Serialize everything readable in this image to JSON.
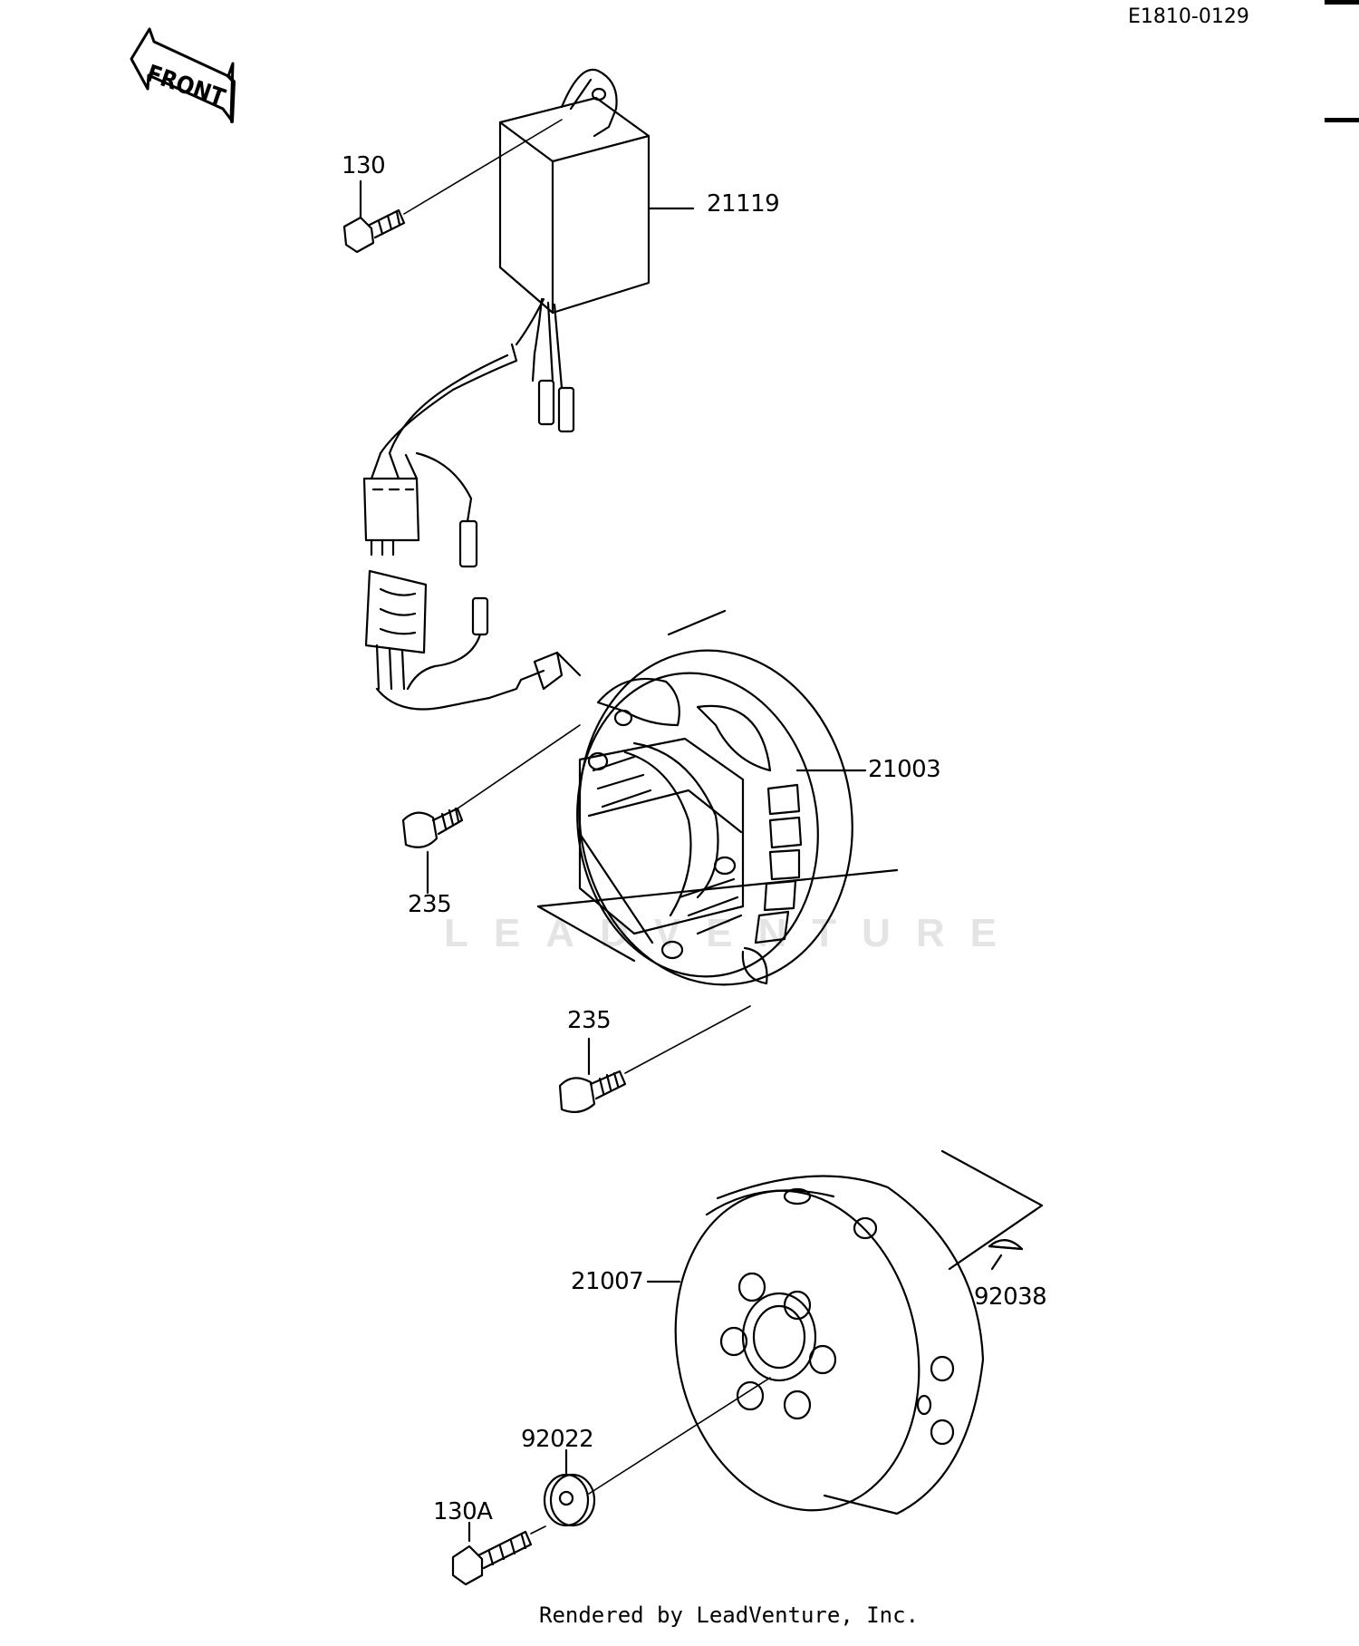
{
  "diagram_id": "E1810-0129",
  "front_arrow_label": "FRONT",
  "watermark": "LEADVENTURE",
  "footer": "Rendered by LeadVenture, Inc.",
  "callouts": {
    "c130": "130",
    "c21119": "21119",
    "c21003": "21003",
    "c235a": "235",
    "c235b": "235",
    "c21007": "21007",
    "c92038": "92038",
    "c92022": "92022",
    "c130a": "130A"
  }
}
